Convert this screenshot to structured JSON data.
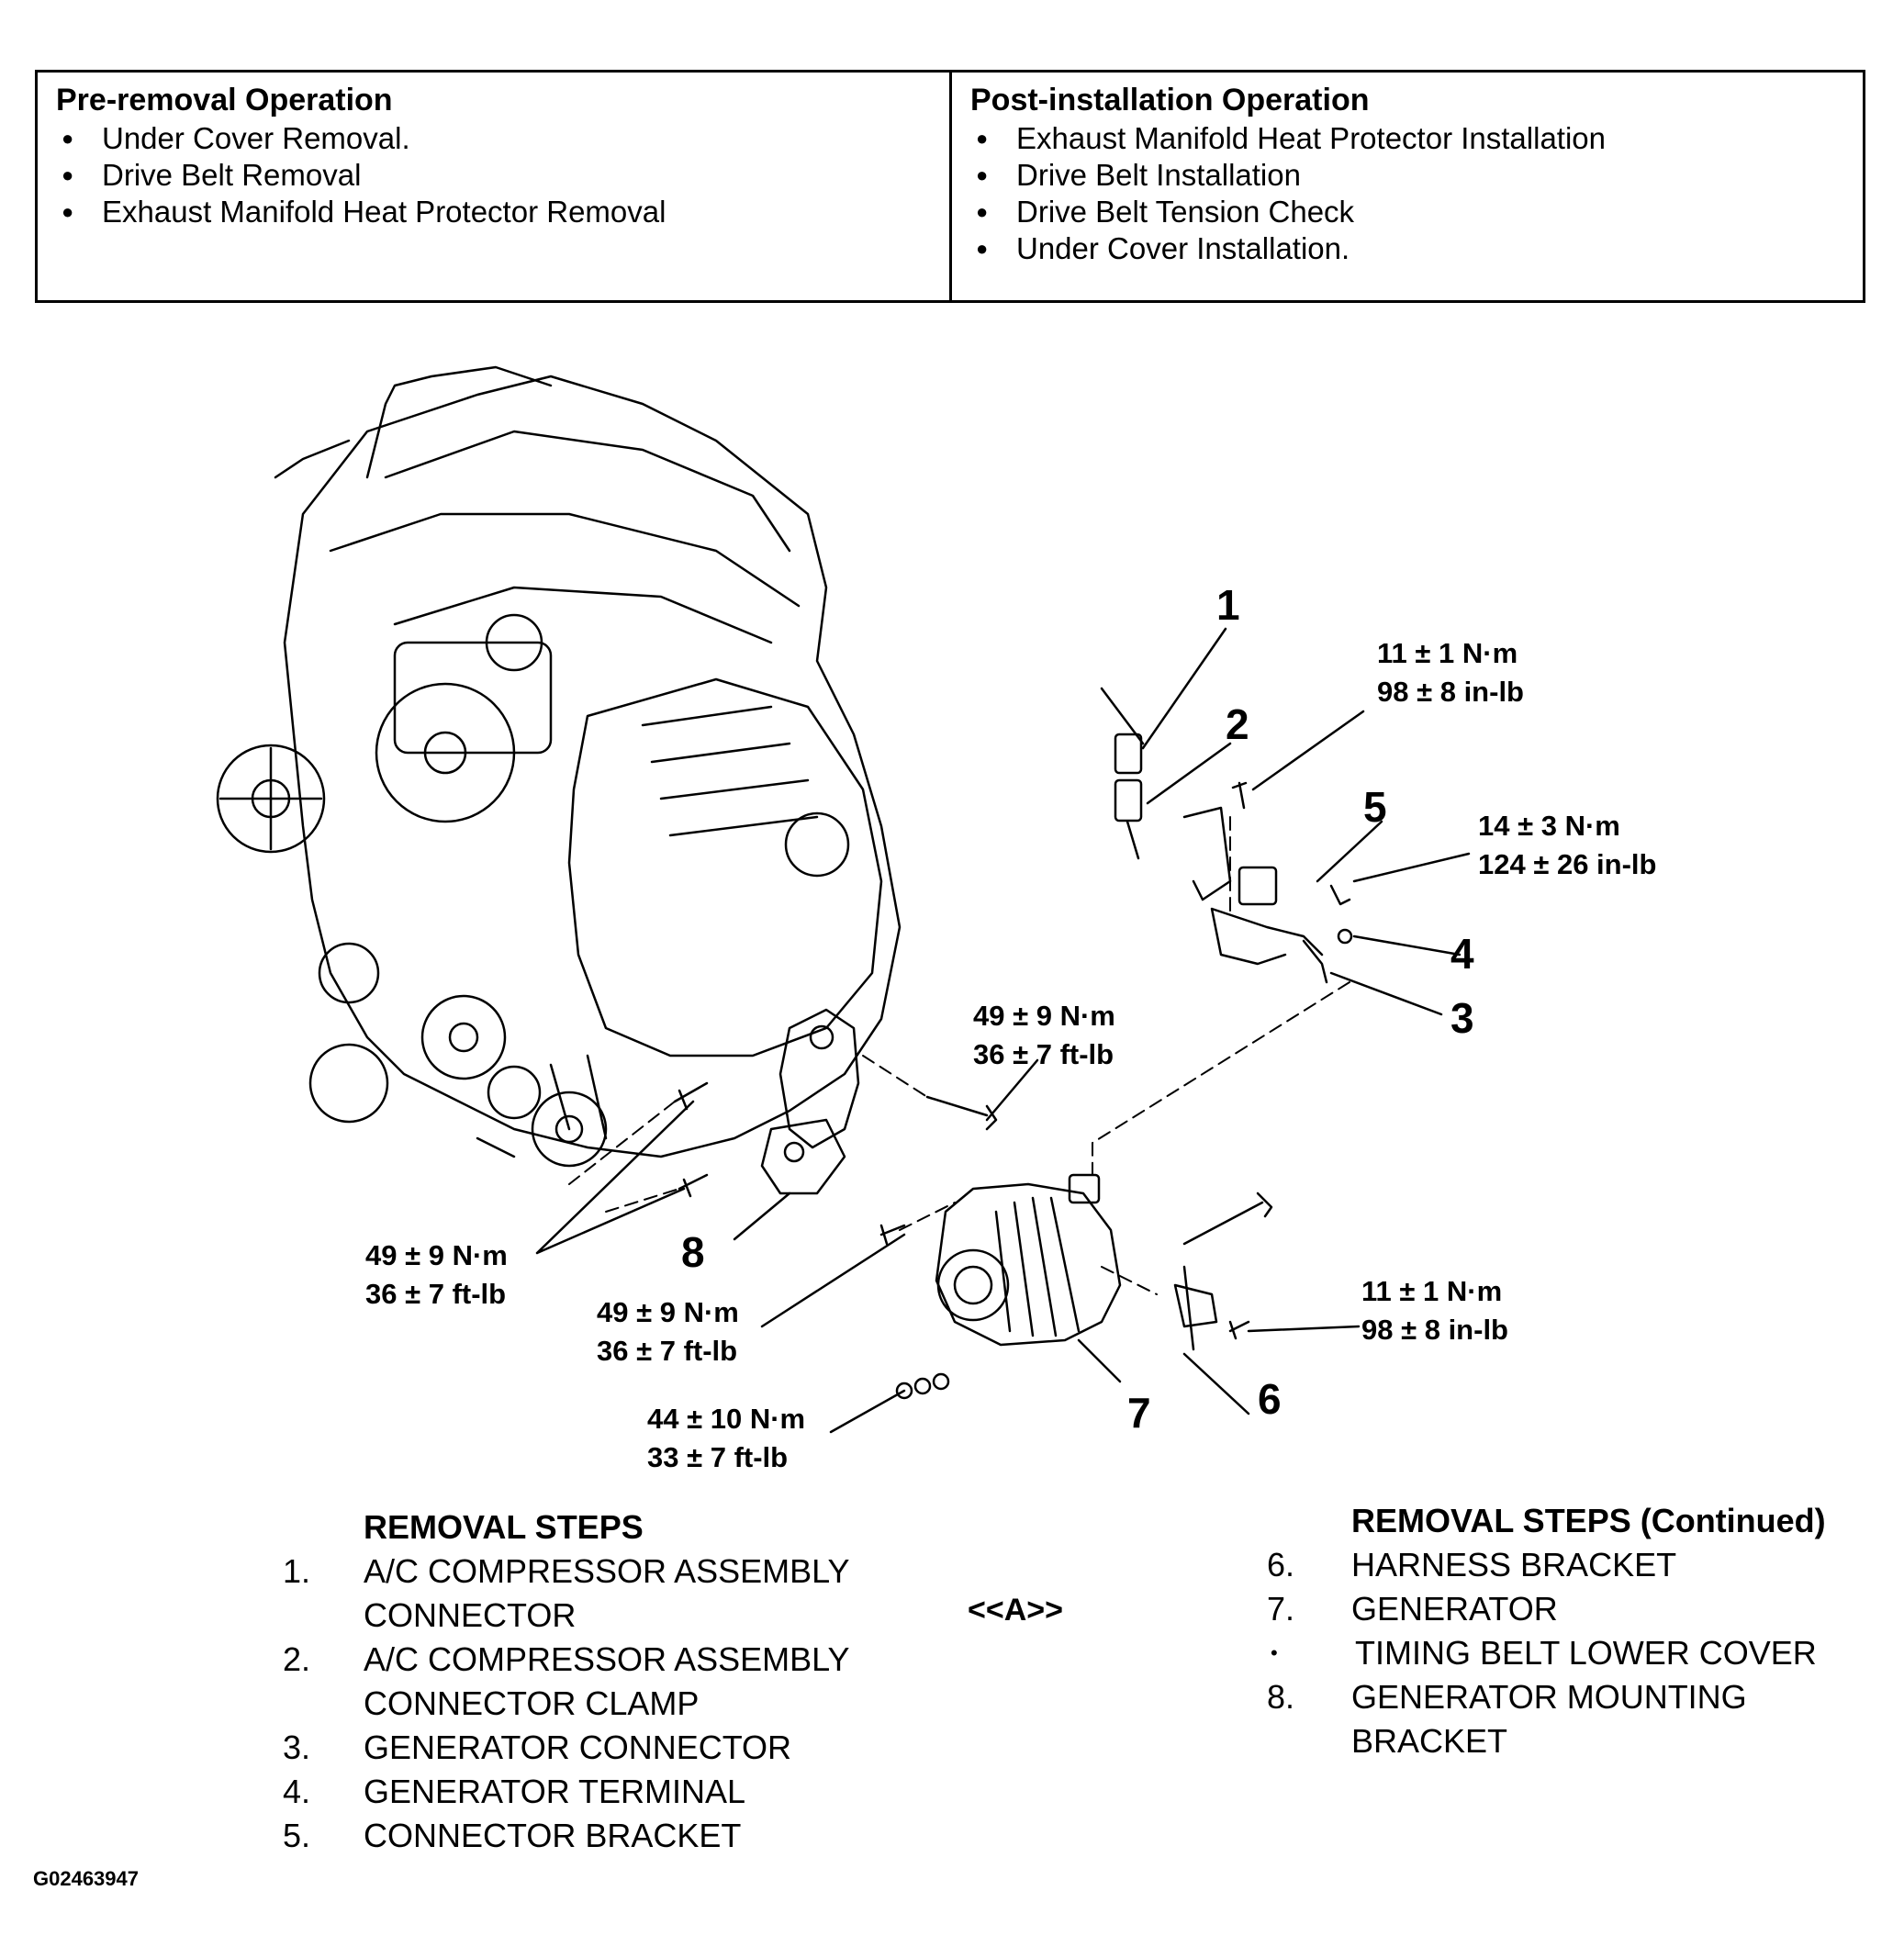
{
  "operations": {
    "pre_removal": {
      "heading": "Pre-removal Operation",
      "items": [
        "Under Cover Removal.",
        "Drive Belt Removal",
        "Exhaust Manifold Heat Protector Removal"
      ]
    },
    "post_installation": {
      "heading": "Post-installation Operation",
      "items": [
        "Exhaust Manifold Heat Protector Installation",
        "Drive Belt Installation",
        "Drive Belt Tension Check",
        "Under Cover Installation."
      ]
    }
  },
  "callouts": {
    "c1": "1",
    "c2": "2",
    "c3": "3",
    "c4": "4",
    "c5": "5",
    "c6": "6",
    "c7": "7",
    "c8": "8"
  },
  "torques": {
    "t_11_top": [
      "11 ± 1 N·m",
      "98 ± 8 in-lb"
    ],
    "t_14": [
      "14 ± 3 N·m",
      "124 ± 26 in-lb"
    ],
    "t_49_bracket": [
      "49 ± 9 N·m",
      "36 ± 7 ft-lb"
    ],
    "t_49_left": [
      "49 ± 9 N·m",
      "36 ± 7 ft-lb"
    ],
    "t_49_gen": [
      "49 ± 9 N·m",
      "36 ± 7 ft-lb"
    ],
    "t_44": [
      "44 ± 10 N·m",
      "33 ± 7 ft-lb"
    ],
    "t_11_bottom": [
      "11 ± 1 N·m",
      "98 ± 8 in-lb"
    ]
  },
  "removal_steps": {
    "title": "REMOVAL STEPS",
    "steps": [
      {
        "num": "1.",
        "text": "A/C COMPRESSOR ASSEMBLY"
      },
      {
        "num": "",
        "text": "CONNECTOR"
      },
      {
        "num": "2.",
        "text": "A/C COMPRESSOR ASSEMBLY"
      },
      {
        "num": "",
        "text": "CONNECTOR CLAMP"
      },
      {
        "num": "3.",
        "text": "GENERATOR CONNECTOR"
      },
      {
        "num": "4.",
        "text": "GENERATOR TERMINAL"
      },
      {
        "num": "5.",
        "text": "CONNECTOR BRACKET"
      }
    ]
  },
  "removal_steps_continued": {
    "title": "REMOVAL STEPS (Continued)",
    "steps": [
      {
        "num": "6.",
        "text": "HARNESS BRACKET"
      },
      {
        "num": "7.",
        "text": "GENERATOR"
      },
      {
        "num": "•",
        "text": "TIMING BELT LOWER COVER"
      },
      {
        "num": "8.",
        "text": "GENERATOR MOUNTING"
      },
      {
        "num": "",
        "text": "BRACKET"
      }
    ]
  },
  "marker": "<<A>>",
  "figure_id": "G02463947"
}
